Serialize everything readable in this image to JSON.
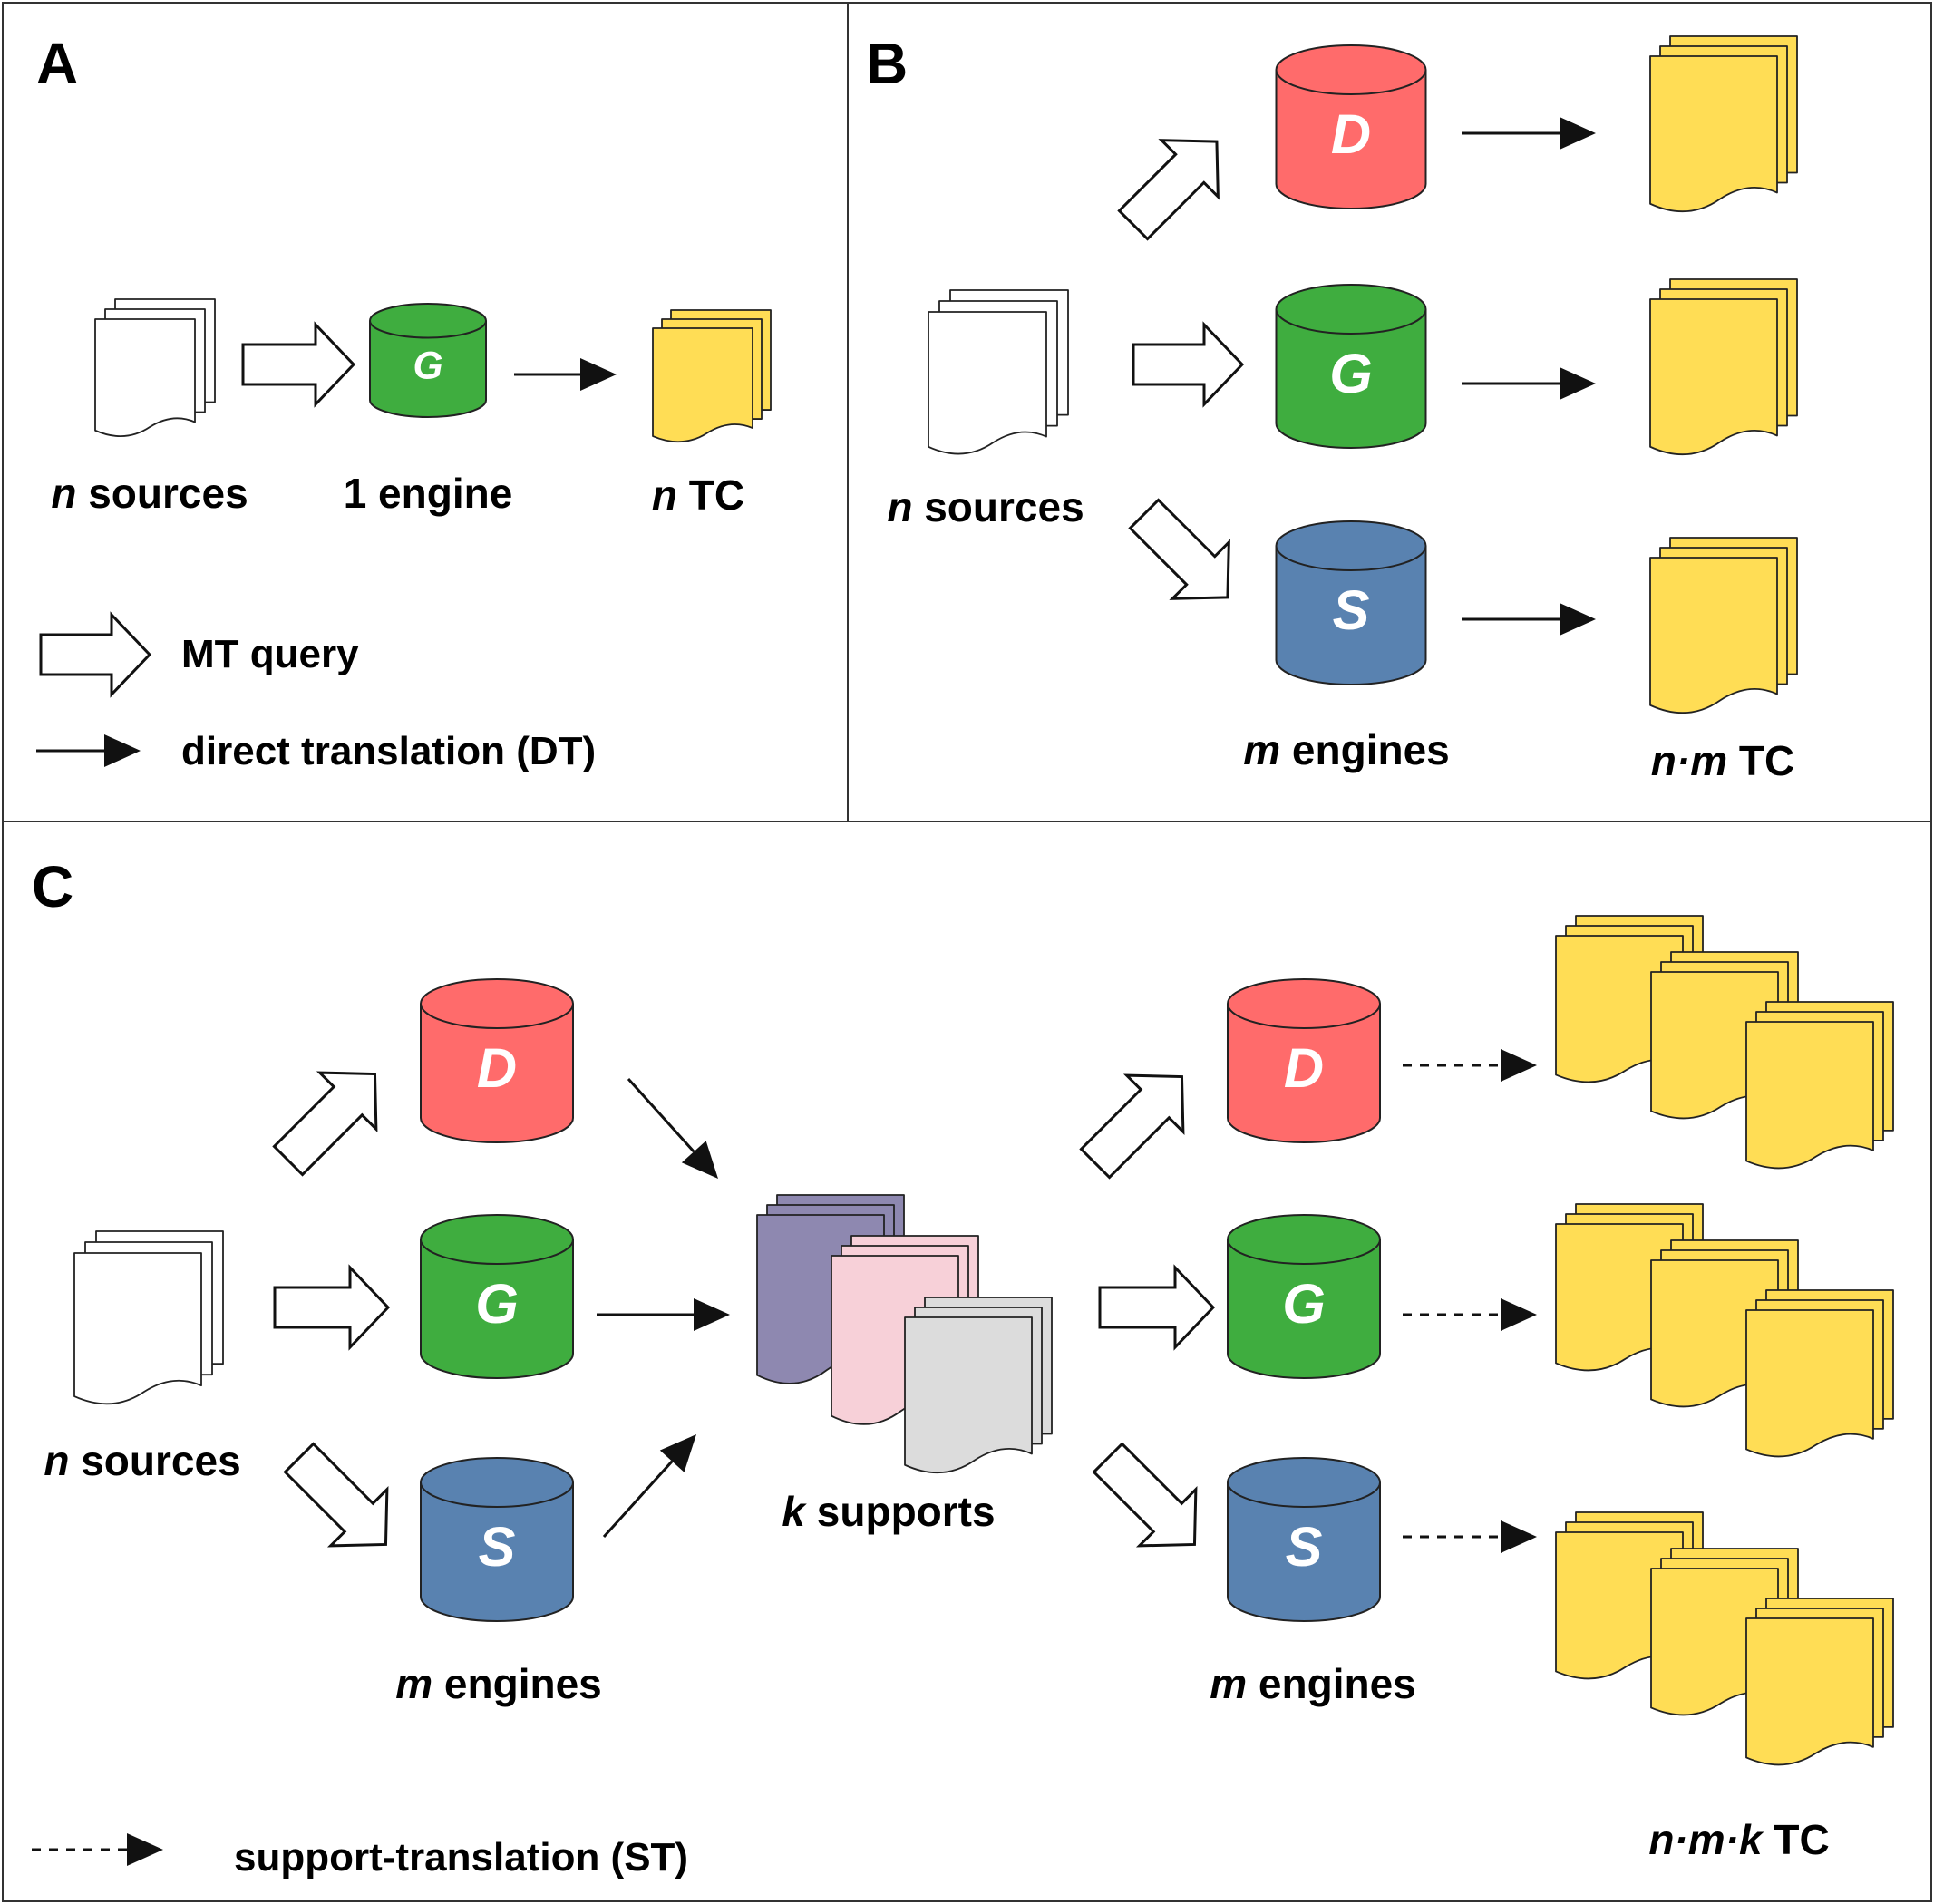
{
  "panels": {
    "a": {
      "letter": "A"
    },
    "b": {
      "letter": "B"
    },
    "c": {
      "letter": "C"
    }
  },
  "engines": {
    "d": {
      "letter": "D",
      "color": "#ff6b6b"
    },
    "g": {
      "letter": "G",
      "color": "#3fad3f"
    },
    "s": {
      "letter": "S",
      "color": "#5982b0"
    }
  },
  "doc_colors": {
    "source": "#ffffff",
    "tc": "#ffdd55",
    "support_purple": "#8e88b0",
    "support_pink": "#f7d0d8",
    "support_gray": "#dcdcdc"
  },
  "labels": {
    "a_sources": {
      "var": "n",
      "text": " sources"
    },
    "a_engine": {
      "text": "1 engine"
    },
    "a_tc": {
      "var": "n",
      "text": " TC"
    },
    "b_sources": {
      "var": "n",
      "text": " sources"
    },
    "b_engines": {
      "var": "m",
      "text": " engines"
    },
    "b_tc": {
      "var": "n·m",
      "text": " TC"
    },
    "c_sources": {
      "var": "n",
      "text": " sources"
    },
    "c_engines_left": {
      "var": "m",
      "text": " engines"
    },
    "c_supports": {
      "var": "k",
      "text": " supports"
    },
    "c_engines_right": {
      "var": "m",
      "text": " engines"
    },
    "c_tc": {
      "var": "n·m·k",
      "text": " TC"
    }
  },
  "legend": {
    "mt_query": "MT query",
    "direct_translation": "direct translation (DT)",
    "support_translation": "support-translation (ST)"
  }
}
